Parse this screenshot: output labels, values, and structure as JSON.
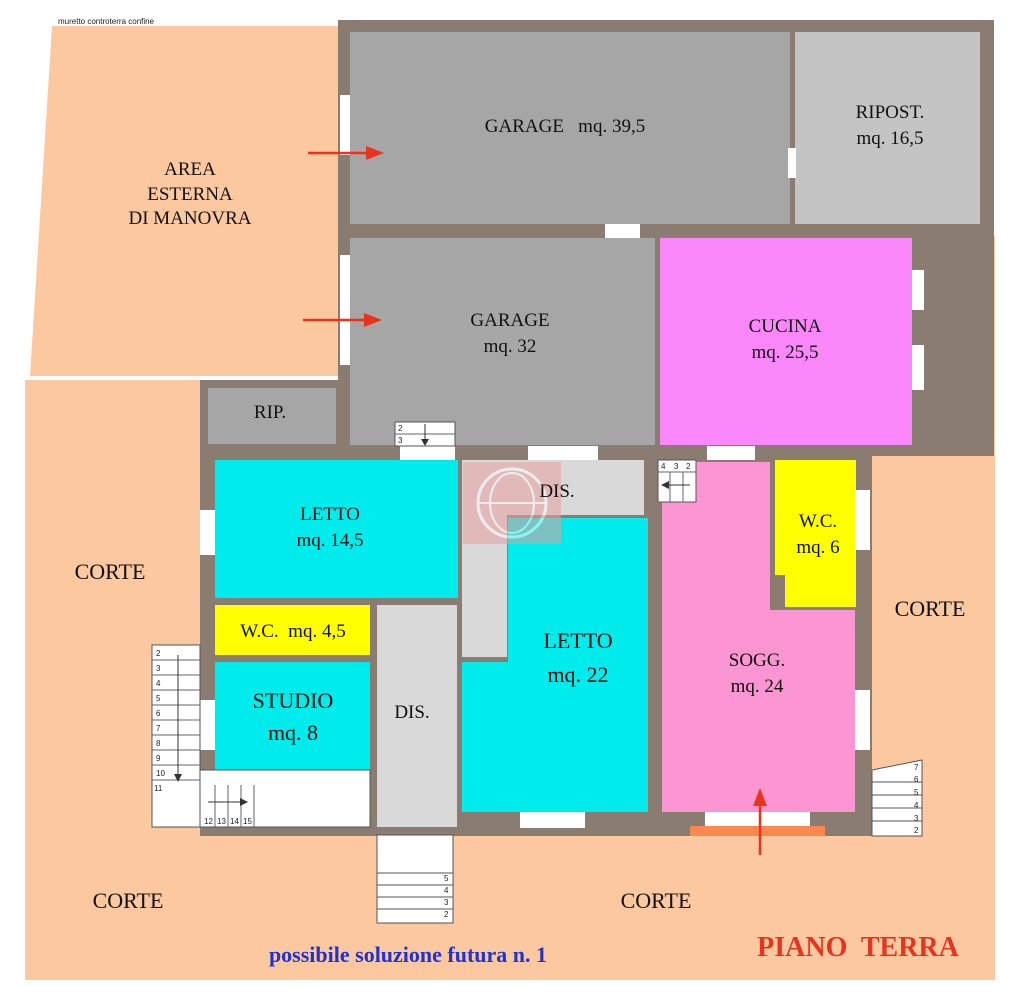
{
  "top_note": "muretto controterra confine",
  "colors": {
    "corte": "#fcc8a0",
    "wall": "#8a7c70",
    "garage": "#a6a6a6",
    "ripost": "#c4c4c4",
    "cucina": "#fb88fb",
    "letto": "#00ebeb",
    "wc": "#ffff00",
    "dis": "#d9d9d9",
    "sogg": "#fb96d2",
    "arrow": "#e8341c",
    "footer_blue": "#2233cc",
    "footer_red": "#e8341c"
  },
  "rooms": {
    "area_line1": "AREA",
    "area_line2": "ESTERNA",
    "area_line3": "DI MANOVRA",
    "garage1": "GARAGE   mq. 39,5",
    "ripost_name": "RIPOST.",
    "ripost_area": "mq. 16,5",
    "garage2_name": "GARAGE",
    "garage2_area": "mq. 32",
    "cucina_name": "CUCINA",
    "cucina_area": "mq. 25,5",
    "rip": "RIP.",
    "dis_top": "DIS.",
    "letto1_name": "LETTO",
    "letto1_area": "mq. 14,5",
    "wc_small": "W.C.  mq. 4,5",
    "studio_name": "STUDIO",
    "studio_area": "mq. 8",
    "dis_mid": "DIS.",
    "letto2_name": "LETTO",
    "letto2_area": "mq. 22",
    "sogg_name": "SOGG.",
    "sogg_area": "mq. 24",
    "wc2_name": "W.C.",
    "wc2_area": "mq. 6"
  },
  "corte_labels": {
    "left": "CORTE",
    "right": "CORTE",
    "bottom_left": "CORTE",
    "bottom_center": "CORTE"
  },
  "stairs": {
    "left_numbers": [
      "2",
      "3",
      "4",
      "5",
      "6",
      "7",
      "8",
      "9",
      "10",
      "11"
    ],
    "bottom_left_numbers": [
      "12",
      "13",
      "14",
      "15"
    ],
    "garage_step_numbers": [
      "2",
      "3"
    ],
    "dis_step_numbers": [
      "4",
      "3",
      "2"
    ],
    "center_numbers": [
      "5",
      "4",
      "3",
      "2"
    ],
    "right_numbers": [
      "7",
      "6",
      "5",
      "4",
      "3",
      "2"
    ]
  },
  "footer": {
    "caption": "possibile soluzione futura n. 1",
    "title": "PIANO  TERRA"
  }
}
